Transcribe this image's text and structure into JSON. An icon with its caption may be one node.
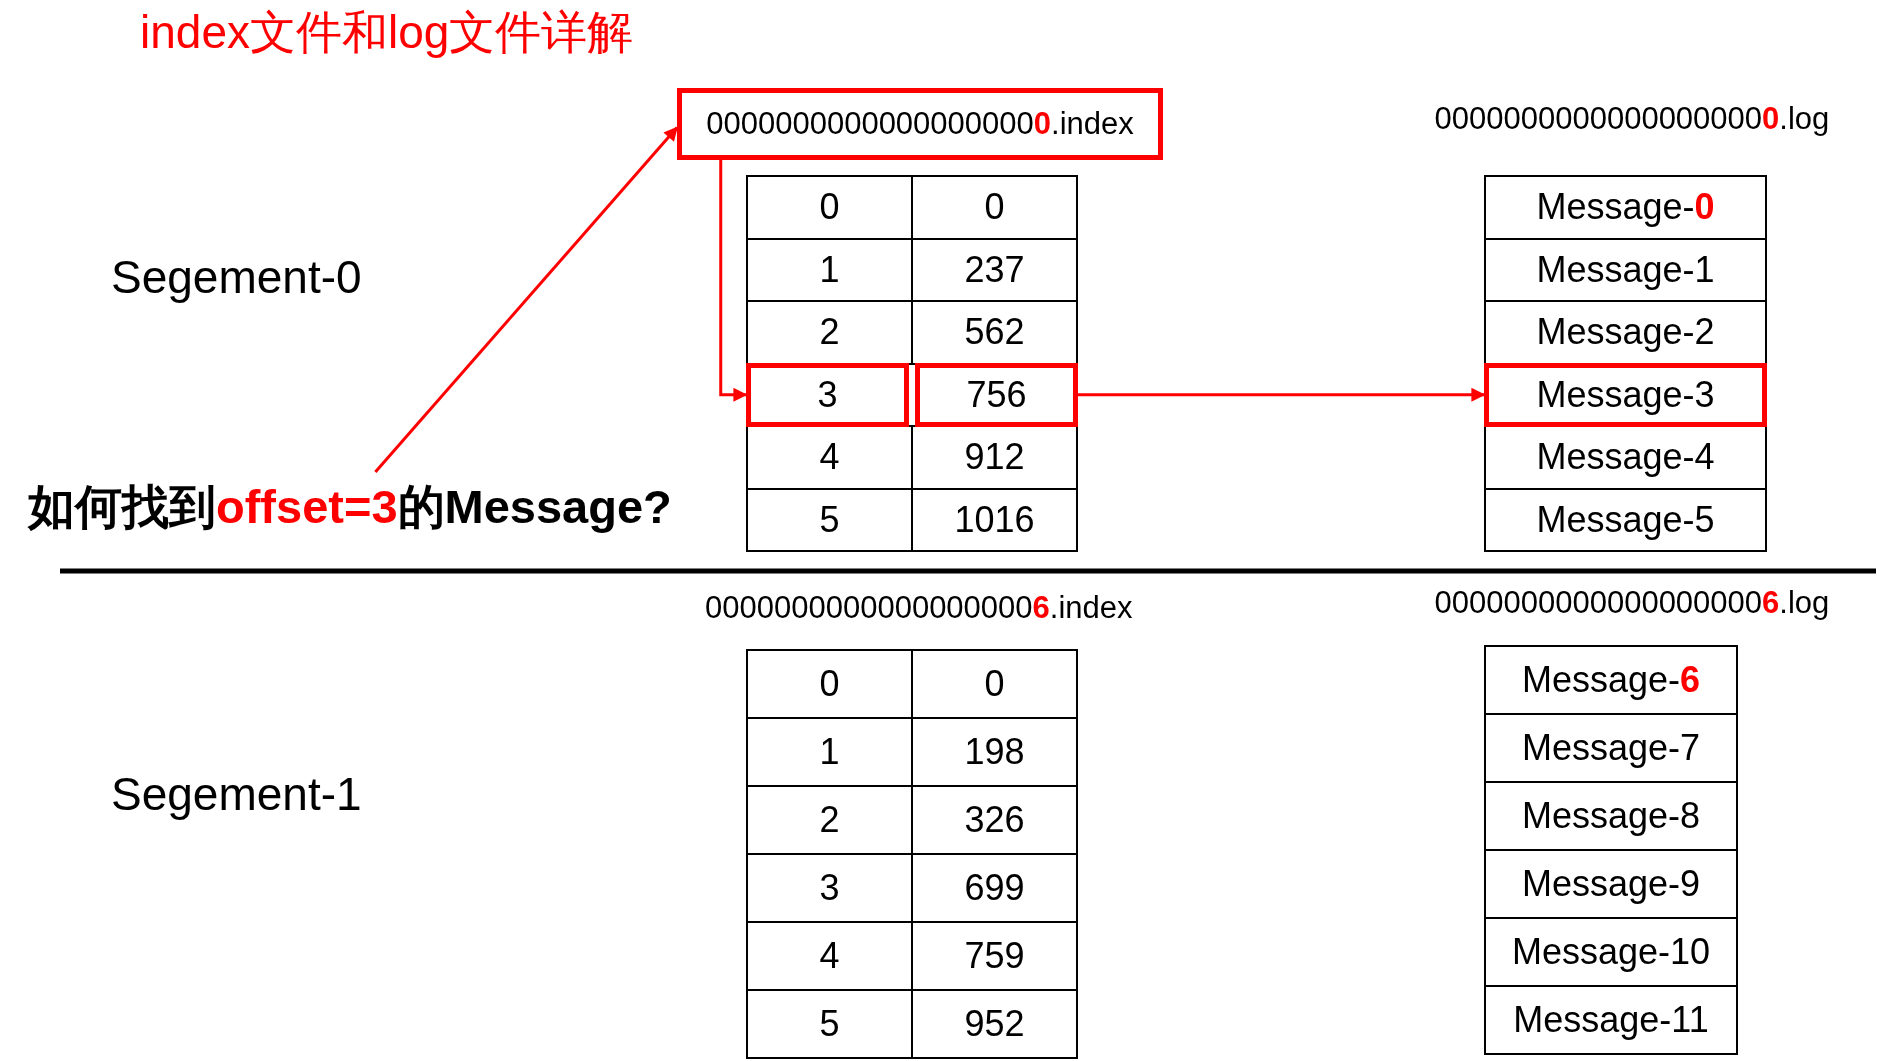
{
  "diagram": {
    "title": "index文件和log文件详解",
    "nodes": [
      {
        "text": [
          "0000000000000000000**0**.index"
        ]
      },
      {
        "text": [
          "0"
        ]
      },
      {
        "text": [
          "0"
        ]
      },
      {
        "text": [
          "1"
        ]
      },
      {
        "text": [
          "237"
        ]
      },
      {
        "text": [
          "2"
        ]
      },
      {
        "text": [
          "562"
        ]
      },
      {
        "text": [
          "3"
        ]
      },
      {
        "text": [
          "756"
        ]
      },
      {
        "text": [
          "4"
        ]
      },
      {
        "text": [
          "912"
        ]
      },
      {
        "text": [
          "5"
        ]
      },
      {
        "text": [
          "1016"
        ]
      },
      {
        "text": [
          "Message-**0**"
        ]
      },
      {
        "text": [
          "Message-1"
        ]
      },
      {
        "text": [
          "Message-2"
        ]
      },
      {
        "text": [
          "Message-3"
        ]
      },
      {
        "text": [
          "Message-4"
        ]
      },
      {
        "text": [
          "Message-5"
        ]
      },
      {
        "text": [
          "如何找到**offset=3**的Message?"
        ]
      },
      {
        "text": [
          "0"
        ]
      },
      {
        "text": [
          "0"
        ]
      },
      {
        "text": [
          "1"
        ]
      },
      {
        "text": [
          "198"
        ]
      },
      {
        "text": [
          "2"
        ]
      },
      {
        "text": [
          "326"
        ]
      },
      {
        "text": [
          "3"
        ]
      },
      {
        "text": [
          "699"
        ]
      },
      {
        "text": [
          "4"
        ]
      },
      {
        "text": [
          "759"
        ]
      },
      {
        "text": [
          "5"
        ]
      },
      {
        "text": [
          "952"
        ]
      },
      {
        "text": [
          "Message-**6**"
        ]
      },
      {
        "text": [
          "Message-7"
        ]
      },
      {
        "text": [
          "Message-8"
        ]
      },
      {
        "text": [
          "Message-9"
        ]
      },
      {
        "text": [
          "Message-10"
        ]
      },
      {
        "text": [
          "Message-11"
        ]
      }
    ],
    "edges": [
      {
        "from": 19,
        "to": 0,
        "arrow": "to"
      },
      {
        "from": 0,
        "to": 7,
        "arrow": "to"
      },
      {
        "from": 8,
        "to": 16,
        "arrow": "to"
      }
    ],
    "labels": [
      "0000000000000000000**0**.log",
      "Segement-0",
      "0000000000000000000**6**.index",
      "0000000000000000000**6**.log",
      "Segement-1"
    ]
  }
}
